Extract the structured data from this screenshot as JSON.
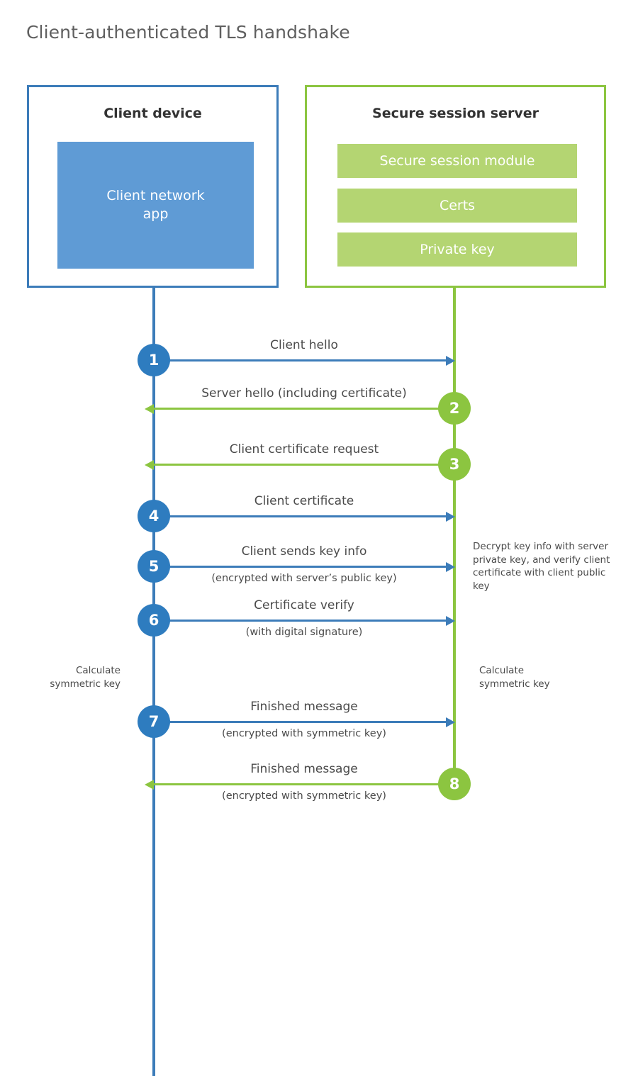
{
  "title": "Client-authenticated TLS handshake",
  "colors": {
    "client_blue": "#3c7cb9",
    "client_badge_blue": "#2e7cbf",
    "client_app_blue": "#5f9bd5",
    "server_green": "#8cc540",
    "server_bar_green": "#b4d572",
    "text_gray": "#4a4a4a",
    "title_gray": "#5f5f5f"
  },
  "client": {
    "title": "Client device",
    "app_label": "Client network\napp"
  },
  "server": {
    "title": "Secure session server",
    "modules": [
      {
        "label": "Secure session module"
      },
      {
        "label": "Certs"
      },
      {
        "label": "Private key"
      }
    ]
  },
  "messages": [
    {
      "step": "1",
      "direction": "to-server",
      "primary": "Client hello",
      "secondary": ""
    },
    {
      "step": "2",
      "direction": "to-client",
      "primary": "Server hello (including certificate)",
      "secondary": ""
    },
    {
      "step": "3",
      "direction": "to-client",
      "primary": "Client certificate request",
      "secondary": ""
    },
    {
      "step": "4",
      "direction": "to-server",
      "primary": "Client certificate",
      "secondary": ""
    },
    {
      "step": "5",
      "direction": "to-server",
      "primary": "Client sends key info",
      "secondary": "(encrypted with server’s public key)"
    },
    {
      "step": "6",
      "direction": "to-server",
      "primary": "Certificate verify",
      "secondary": "(with digital signature)"
    },
    {
      "step": "7",
      "direction": "to-server",
      "primary": "Finished message",
      "secondary": "(encrypted with symmetric key)"
    },
    {
      "step": "8",
      "direction": "to-client",
      "primary": "Finished message",
      "secondary": "(encrypted with symmetric key)"
    }
  ],
  "notes": {
    "server_decrypt": "Decrypt key info with server private key, and verify client certificate with client public key",
    "client_symmetric_key": "Calculate\nsymmetric key",
    "server_symmetric_key": "Calculate\nsymmetric key"
  },
  "layout": {
    "message_y": [
      507,
      575,
      654,
      727,
      798,
      874,
      1017,
      1105
    ]
  }
}
